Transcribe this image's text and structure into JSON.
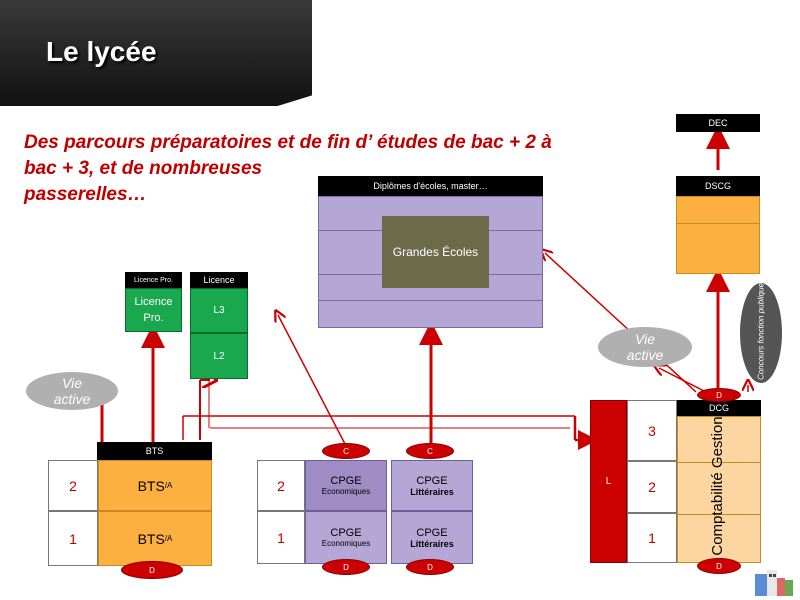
{
  "banner": {
    "title": "Le lycée"
  },
  "subtitle": {
    "line1": "Des parcours préparatoires et de fin d’ études de bac + 2 à",
    "line2": "bac + 3, et de nombreuses",
    "line3": "passerelles…"
  },
  "licence_pro": {
    "header": "Licence Pro.",
    "label": "Licence Pro."
  },
  "licence": {
    "header": "Licence",
    "l3": "L3",
    "l2": "L2"
  },
  "diplomes": {
    "header": "Diplômes d'écoles, master…",
    "grandes_ecoles": "Grandes Écoles"
  },
  "dec": {
    "label": "DEC"
  },
  "dscg": {
    "label": "DSCG"
  },
  "concours": {
    "label": "Concours fonction publique"
  },
  "vie_active": {
    "left": "Vie active",
    "right": "Vie active"
  },
  "bts": {
    "header": "BTS",
    "year2": "2",
    "year1": "1",
    "label": "BTS",
    "sub": "/A"
  },
  "cpge_eco": {
    "year2": "2",
    "year1": "1",
    "title": "CPGE",
    "sub": "Economiques"
  },
  "cpge_lit": {
    "title": "CPGE",
    "sub": "Littéraires"
  },
  "dcg": {
    "header": "DCG",
    "l_label": "L",
    "year3": "3",
    "year2": "2",
    "year1": "1",
    "title": "Comptabilité Gestion"
  },
  "badges": {
    "c": "C",
    "d": "D"
  },
  "colors": {
    "red": "#cc0000",
    "orange": "#fbb040",
    "purple": "#b4a7d6",
    "green": "#1aa84f",
    "olive": "#6b6b4a",
    "peach": "#fcd5a0"
  }
}
